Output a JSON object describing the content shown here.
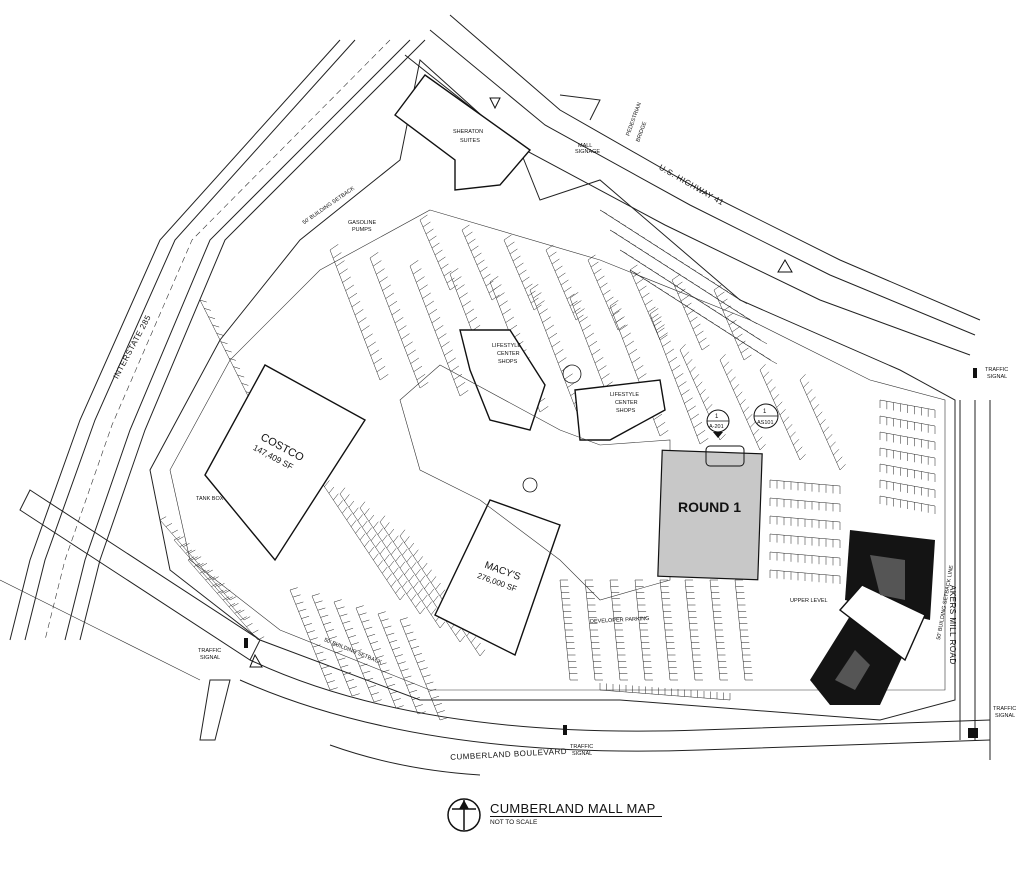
{
  "map": {
    "roads": {
      "us_highway": "U.S. HIGHWAY 41",
      "interstate": "INTERSTATE 285",
      "cumberland_blvd": "CUMBERLAND BOULEVARD",
      "akers_mill": "AKERS MILL ROAD"
    },
    "buildings": {
      "sheraton": [
        "SHERATON",
        "SUITES"
      ],
      "costco_name": "COSTCO",
      "costco_area": "147,409 SF",
      "macys_name": "MACY'S",
      "macys_area": "276,000 SF",
      "round1": "ROUND 1",
      "lifestyle_1": [
        "LIFESTYLE",
        "CENTER",
        "SHOPS"
      ],
      "lifestyle_2": [
        "LIFESTYLE",
        "CENTER",
        "SHOPS"
      ],
      "gasoline": [
        "GASOLINE",
        "PUMPS"
      ],
      "tank_box": "TANK BOX"
    },
    "annotations": {
      "mall_signage": [
        "MALL",
        "SIGNAGE"
      ],
      "pedestrian_bridge": [
        "PEDESTRIAN",
        "BRIDGE"
      ],
      "building_setback_nw": "50' BUILDING SETBACK",
      "building_setback_e": "50' BUILDING SETBACK LINE",
      "building_setback_s": "50' BUILDING SETBACK",
      "developer_parking": "DEVELOPER PARKING",
      "upper_level": "UPPER LEVEL",
      "traffic_signal": [
        "TRAFFIC",
        "SIGNAL"
      ]
    },
    "callouts": {
      "c1_num": "1",
      "c1_ref": "A-201",
      "c2_num": "1",
      "c2_ref": "AS101"
    },
    "colors": {
      "highlight": "#c8c8c8",
      "dark_pad": "#141414",
      "line": "#111111"
    }
  },
  "caption": {
    "title": "CUMBERLAND MALL MAP",
    "subtitle": "NOT TO SCALE",
    "icon": "north-arrow-icon"
  }
}
